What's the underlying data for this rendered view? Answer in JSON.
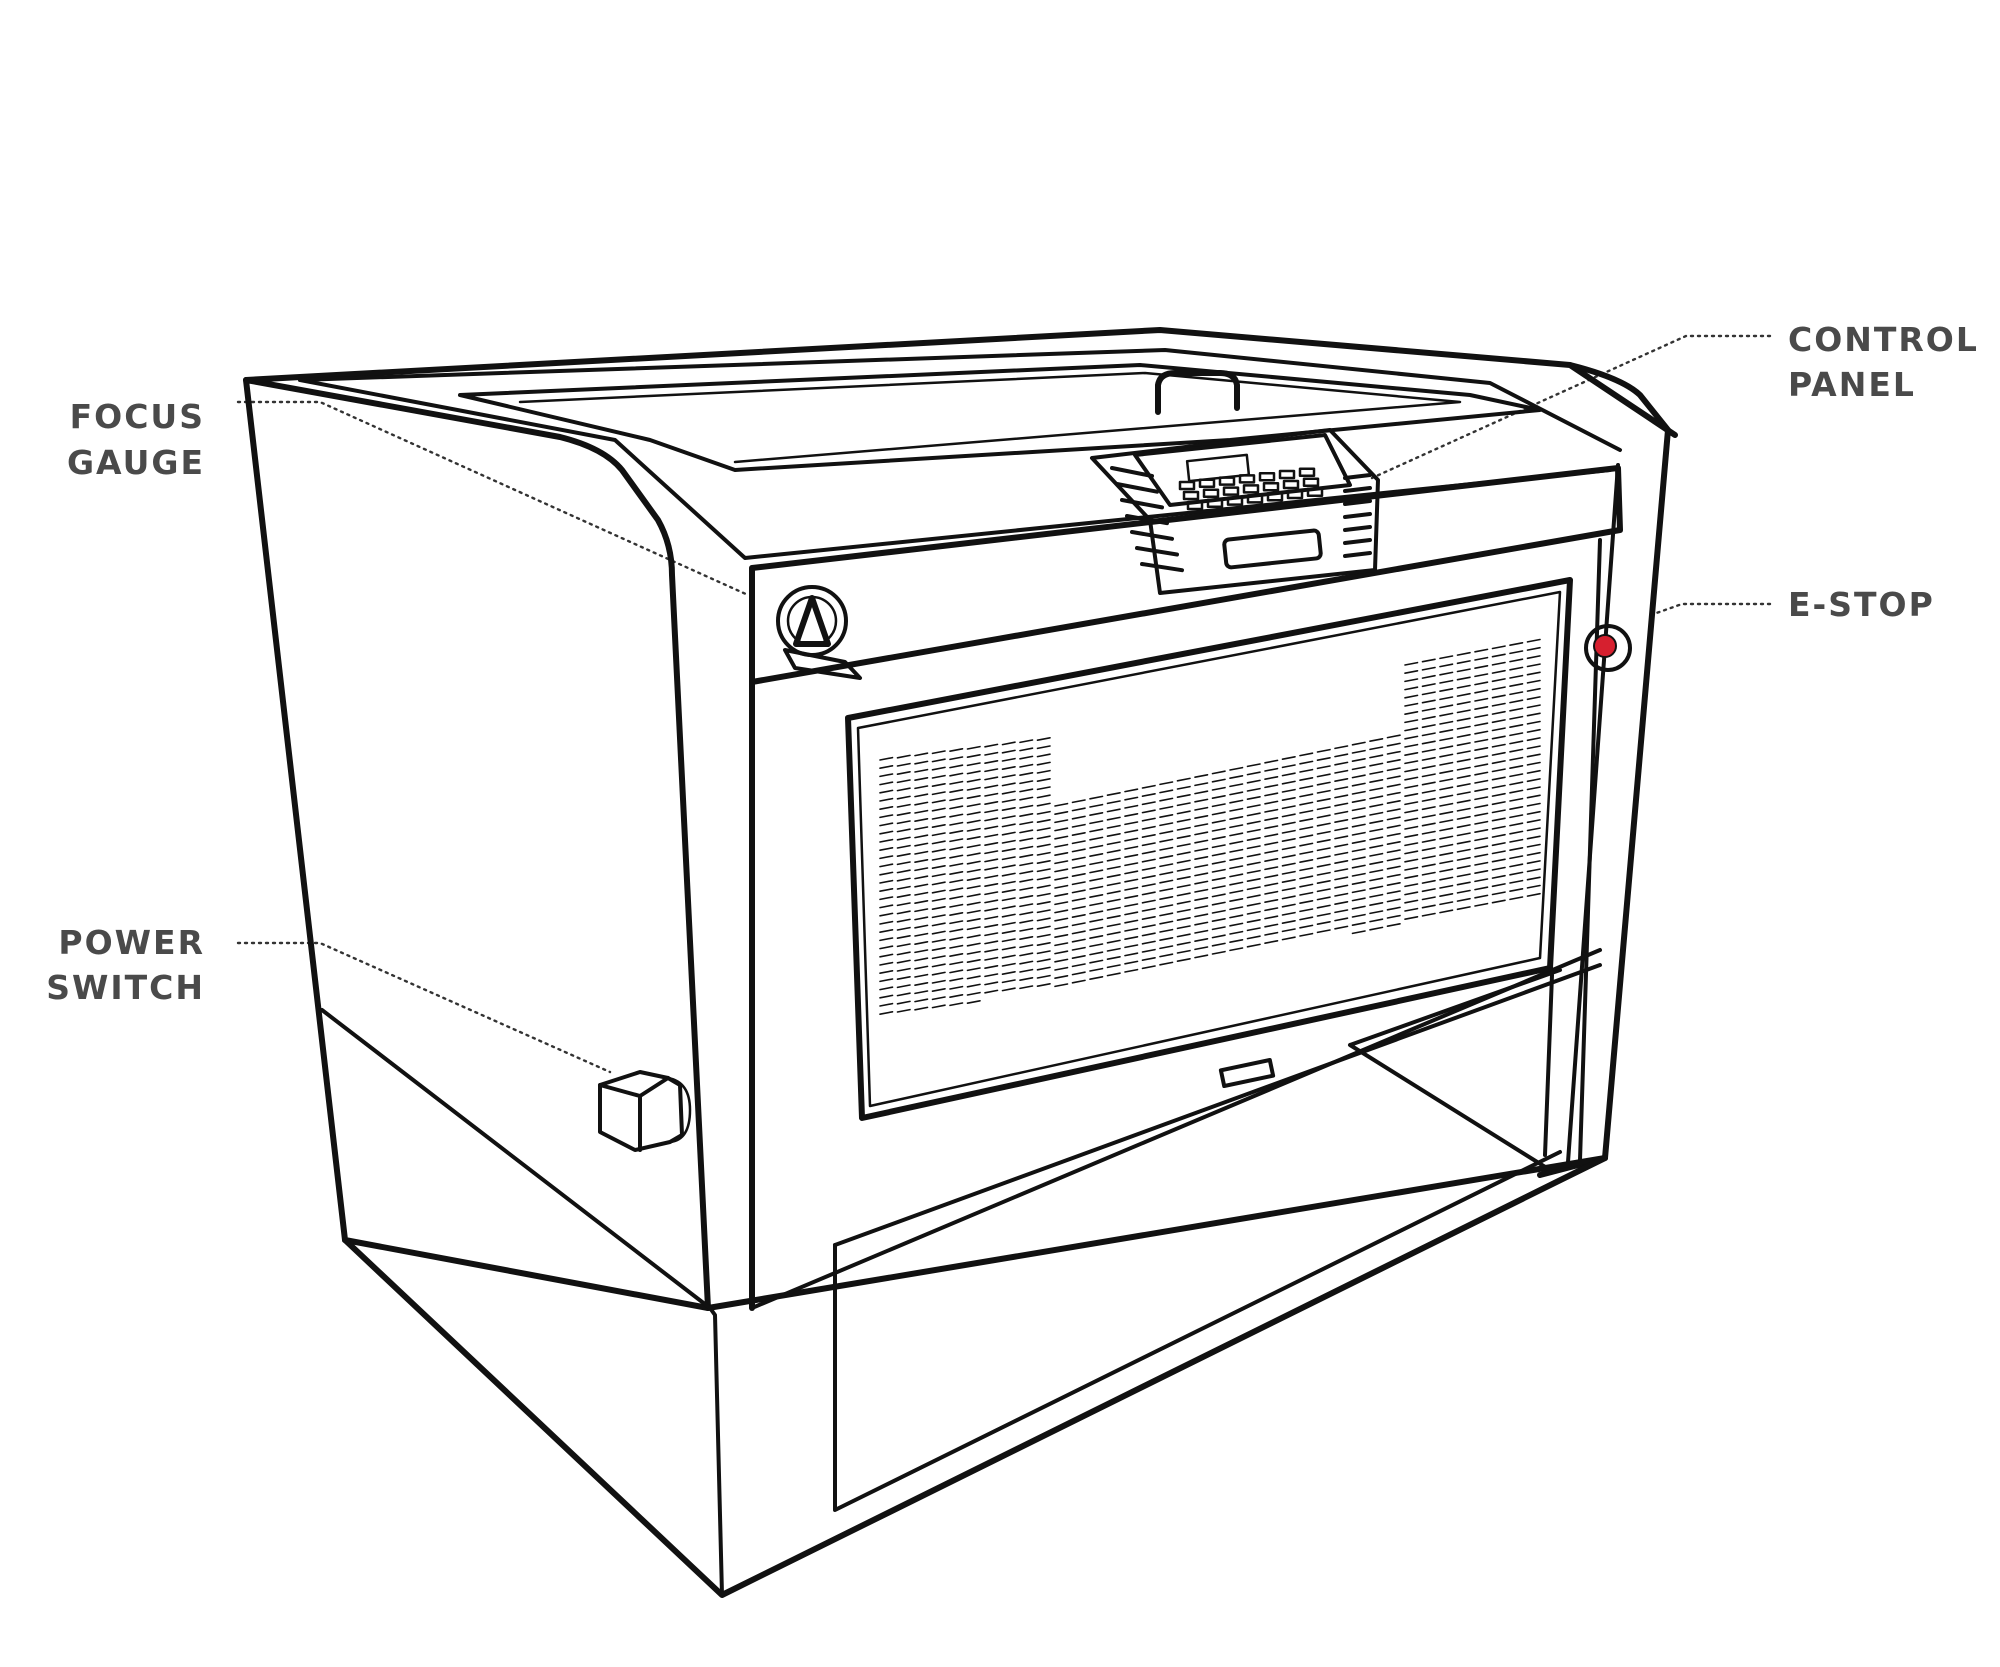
{
  "labels": {
    "focus_gauge": {
      "line1": "FOCUS",
      "line2": "GAUGE"
    },
    "power_switch": {
      "line1": "POWER",
      "line2": "SWITCH"
    },
    "control_panel": {
      "line1": "CONTROL",
      "line2": "PANEL"
    },
    "e_stop": {
      "line1": "E-STOP"
    }
  },
  "colors": {
    "ink": "#111111",
    "label_text": "#4a4a4a",
    "e_stop_red": "#d6202f",
    "background": "#ffffff"
  },
  "icons": {
    "focus_gauge": "triangle-in-circle-icon"
  }
}
